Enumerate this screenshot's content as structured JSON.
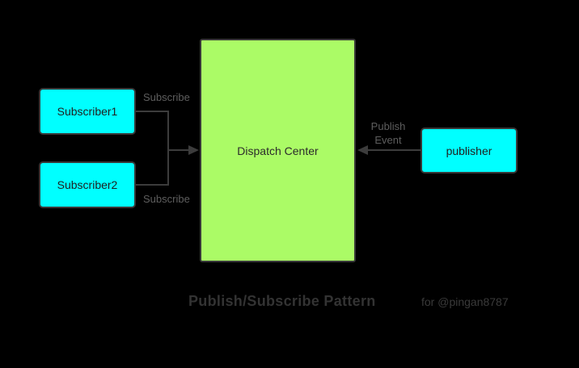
{
  "diagram": {
    "title": "Publish/Subscribe Pattern",
    "credit": "for @pingan8787",
    "nodes": {
      "subscriber1": {
        "label": "Subscriber1",
        "fill": "#00ffff"
      },
      "subscriber2": {
        "label": "Subscriber2",
        "fill": "#00ffff"
      },
      "dispatch_center": {
        "label": "Dispatch Center",
        "fill": "#abfb66"
      },
      "publisher": {
        "label": "publisher",
        "fill": "#00ffff"
      }
    },
    "edge_labels": {
      "subscribe_top": "Subscribe",
      "subscribe_bottom": "Subscribe",
      "publish_event_line1": "Publish",
      "publish_event_line2": "Event"
    },
    "edges": [
      {
        "from": "subscriber1",
        "to": "dispatch_center",
        "label": "Subscribe",
        "direction": "right"
      },
      {
        "from": "subscriber2",
        "to": "dispatch_center",
        "label": "Subscribe",
        "direction": "right"
      },
      {
        "from": "publisher",
        "to": "dispatch_center",
        "label": "Publish Event",
        "direction": "left"
      }
    ],
    "colors": {
      "background": "#000000",
      "node_cyan": "#00ffff",
      "node_green": "#abfb66",
      "node_border": "#383838",
      "connector_line": "#3c3c3c",
      "node_text": "#1f1f1f",
      "edge_label_text": "#5e5e5e",
      "title_text": "#333333",
      "credit_text": "#3a3a3a"
    }
  }
}
